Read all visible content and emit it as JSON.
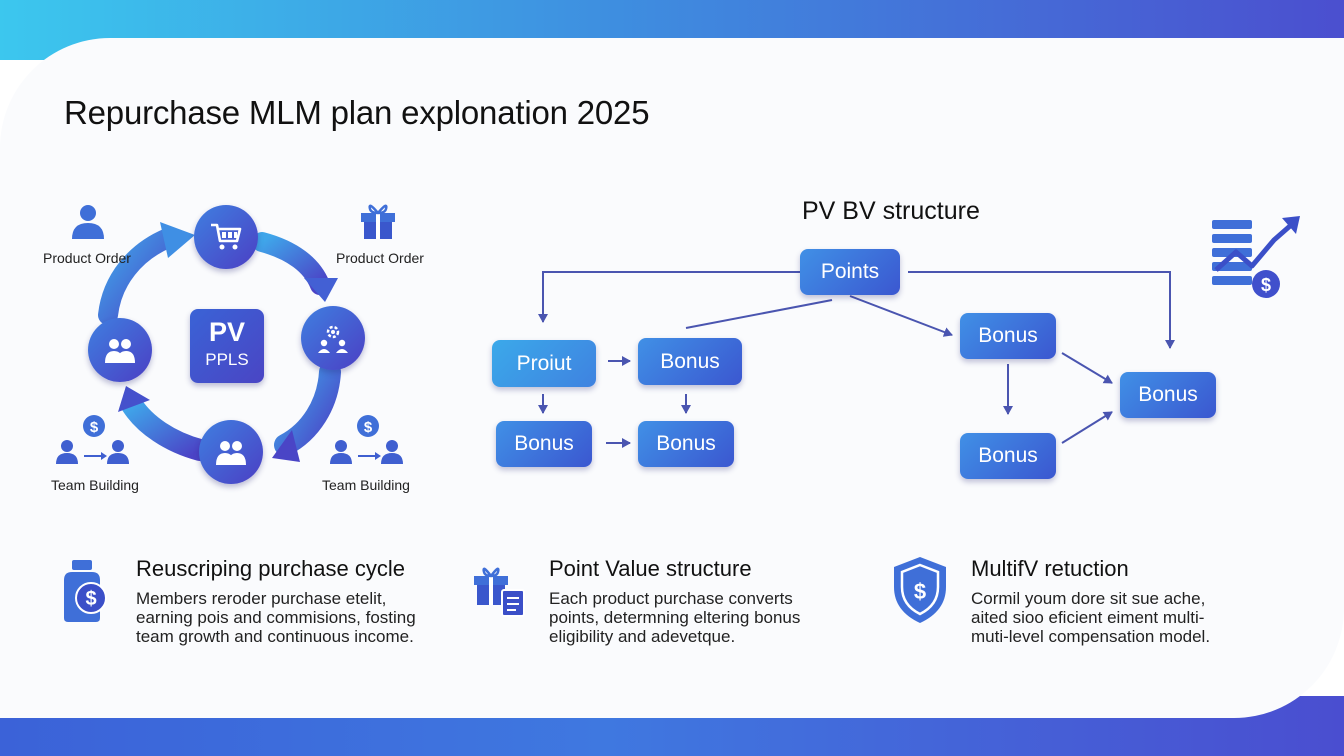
{
  "title": "Repurchase MLM plan explonation 2025",
  "cycle": {
    "labels": {
      "top_left": "Product Order",
      "top_right": "Product Order",
      "bottom_left": "Team Building",
      "bottom_right": "Team Building"
    },
    "center": {
      "line1": "PV",
      "line2": "PPLS"
    }
  },
  "structure": {
    "title": "PV BV structure",
    "nodes": {
      "points": "Points",
      "proiut": "Proiut",
      "bonus_a": "Bonus",
      "bonus_b": "Bonus",
      "bonus_c": "Bonus",
      "bonus_d": "Bonus",
      "bonus_e": "Bonus",
      "bonus_f": "Bonus"
    }
  },
  "features": [
    {
      "title": "Reuscriping purchase cycle",
      "lines": [
        "Members reroder purchase etelit,",
        "earning pois and commisions, fosting",
        "team growth and continuous income."
      ]
    },
    {
      "title": "Point Value structure",
      "lines": [
        "Each product purchase converts",
        "points, determning eltering bonus",
        "eligibility and adevetque."
      ]
    },
    {
      "title": "MultifV retuction",
      "lines": [
        "Cormil youm dore sit sue ache,",
        "aited sioo eficient eiment multi-",
        "muti-level compensation model."
      ]
    }
  ],
  "colors": {
    "accent": "#3f5bd3",
    "arrow": "#4a55b0"
  }
}
